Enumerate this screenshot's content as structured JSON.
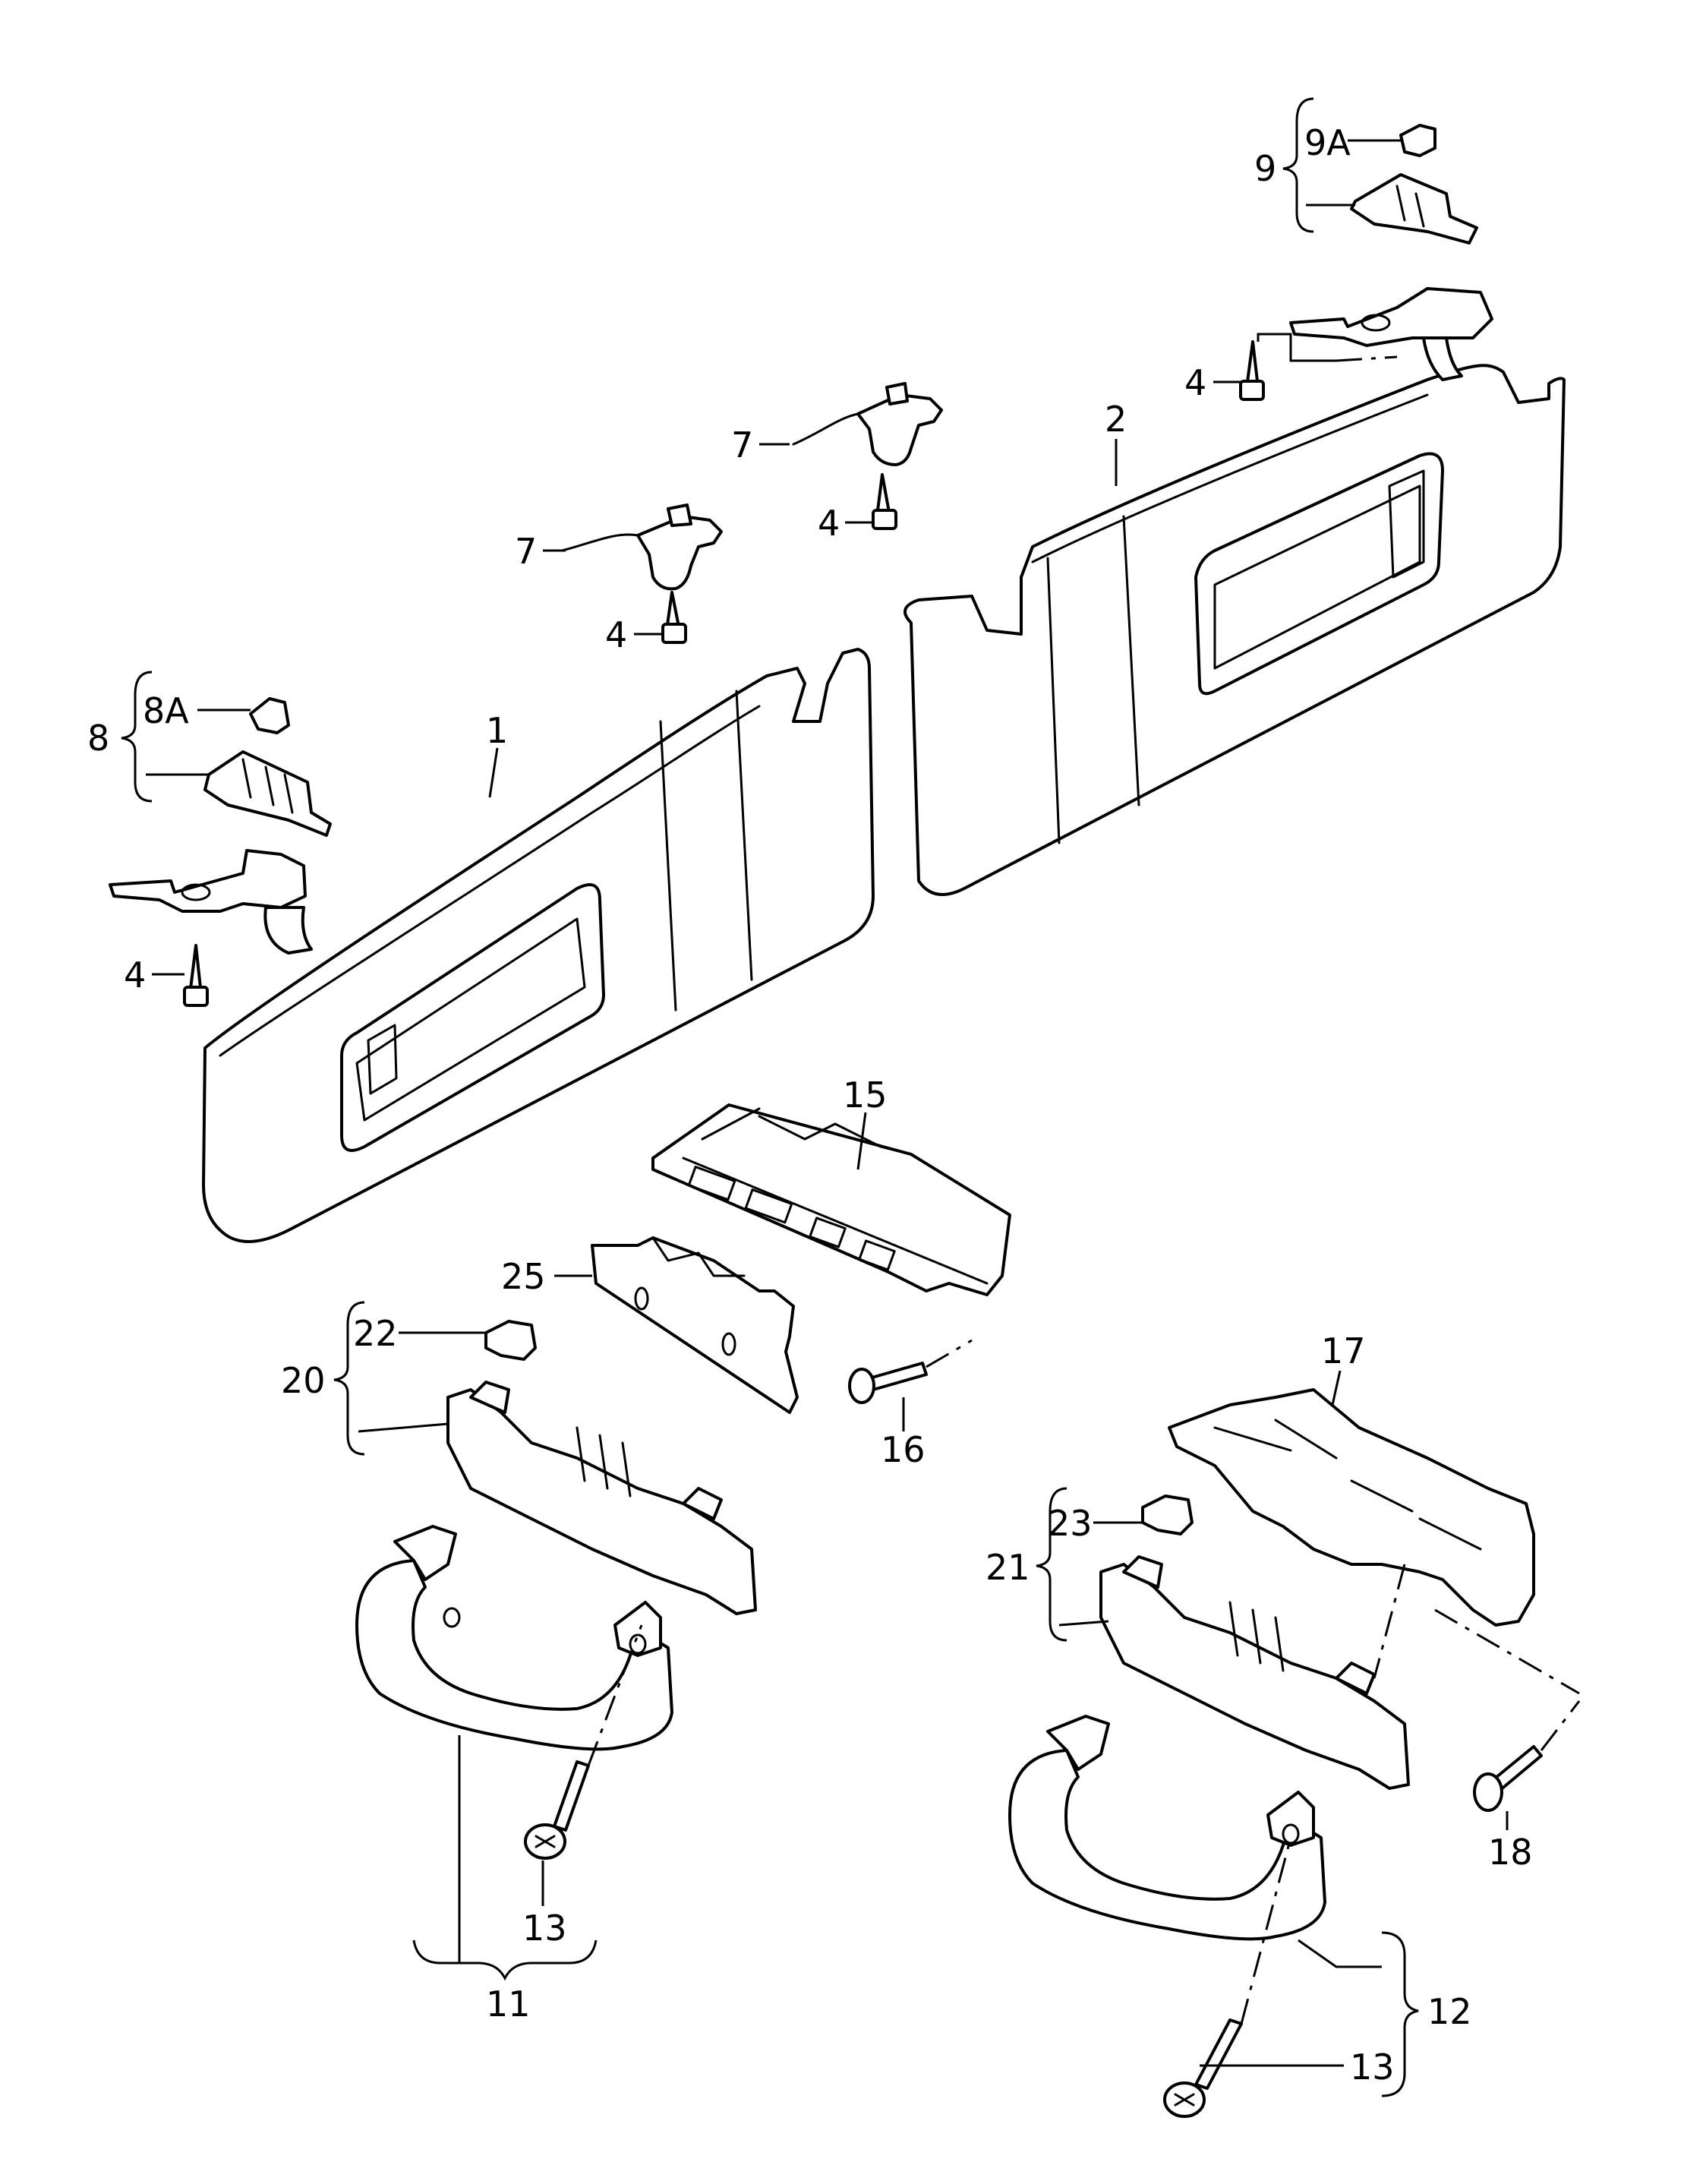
{
  "callouts": {
    "c9": "9",
    "c9a": "9A",
    "c4_right": "4",
    "c2": "2",
    "c7_right": "7",
    "c4_mid_right": "4",
    "c7_left": "7",
    "c4_mid_left": "4",
    "c8": "8",
    "c8a": "8A",
    "c1": "1",
    "c4_left": "4",
    "c15": "15",
    "c25": "25",
    "c22": "22",
    "c20": "20",
    "c16": "16",
    "c17": "17",
    "c23": "23",
    "c21": "21",
    "c18": "18",
    "c13_left": "13",
    "c11": "11",
    "c12": "12",
    "c13_right": "13"
  }
}
